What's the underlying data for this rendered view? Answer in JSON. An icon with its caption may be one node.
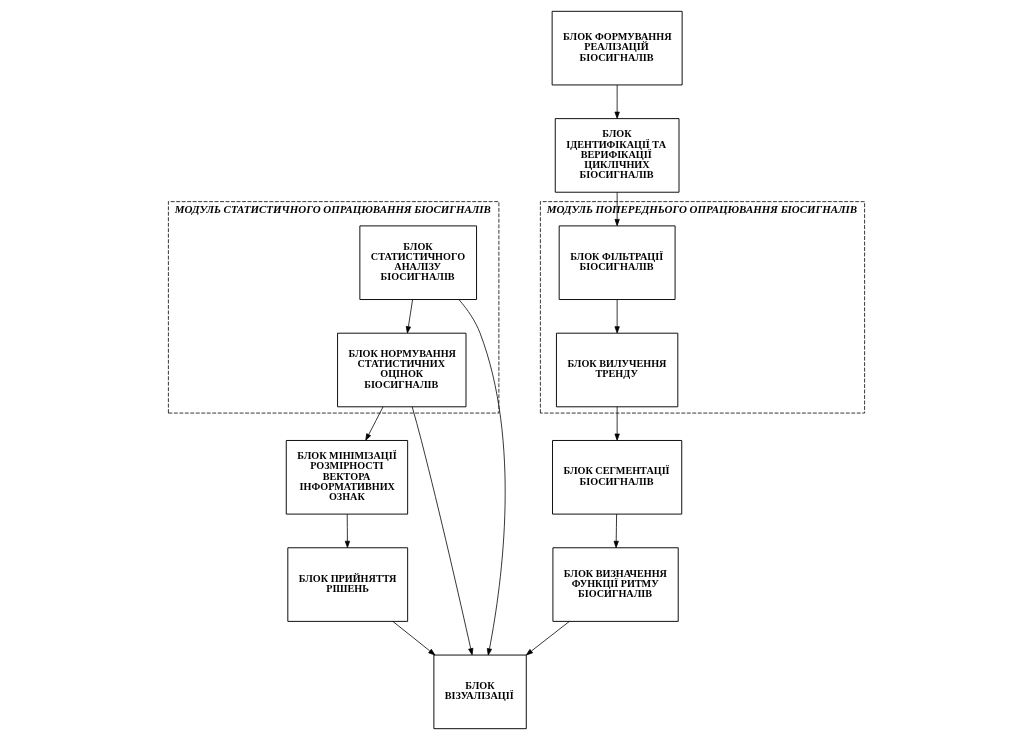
{
  "diagram": {
    "nodes": [
      {
        "text": [
          "БЛОК ІДЕНТИФІКАЦІЇ ТА ВЕРИФІКАЦІЇ ЦИКЛІЧНИХ БІОСИГНАЛІВ"
        ]
      },
      {
        "text": [
          "МОДУЛЬ ПОПЕРЕДНЬОГО ОПРАЦЮВАННЯ БІОСИГНАЛІВ"
        ]
      },
      {
        "text": [
          "БЛОК ФІЛЬТРАЦІЇ БІОСИГНАЛІВ"
        ],
        "in": 1
      },
      {
        "text": [
          "БЛОК ВИЛУЧЕННЯ ТРЕНДУ"
        ],
        "in": 1
      },
      {
        "text": [
          "БЛОК СЕГМЕНТАЦІЇ БІОСИГНАЛІВ"
        ]
      },
      {
        "text": [
          "МОДУЛЬ СТАТИСТИЧНОГО ОПРАЦЮВАННЯ БІОСИГНАЛІВ"
        ]
      },
      {
        "text": [
          "БЛОК ФОРМУВАННЯ РЕАЛІЗАЦІЙ БІОСИГНАЛІВ"
        ]
      },
      {
        "text": [
          "БЛОК СТАТИСТИЧНОГО АНАЛІЗУ БІОСИГНАЛІВ"
        ],
        "in": 5
      },
      {
        "text": [
          "БЛОК НОРМУВАННЯ СТАТИСТИЧНИХ ОЦІНОК БІОСИГНАЛІВ"
        ],
        "in": 5
      },
      {
        "text": [
          "БЛОК МІНІМІЗАЦІЇ РОЗМІРНОСТІ ВЕКТОРА ІНФОРМАТИВНИХ ОЗНАК"
        ]
      },
      {
        "text": [
          "БЛОК ВИЗНАЧЕННЯ ФУНКЦІЇ РИТМУ БІОСИГНАЛІВ"
        ]
      },
      {
        "text": [
          "БЛОК ВІЗУАЛІЗАЦІЇ"
        ]
      },
      {
        "text": [
          "БЛОК ПРИЙНЯТТЯ РІШЕНЬ"
        ]
      }
    ],
    "edges": [
      {
        "from": 0,
        "to": 2,
        "arrow": "to"
      },
      {
        "from": 2,
        "to": 3,
        "arrow": "to"
      },
      {
        "from": 3,
        "to": 4,
        "arrow": "to"
      },
      {
        "from": 4,
        "to": 10,
        "arrow": "to"
      },
      {
        "from": 6,
        "to": 0,
        "arrow": "to"
      },
      {
        "from": 7,
        "to": 8,
        "arrow": "to"
      },
      {
        "from": 8,
        "to": 9,
        "arrow": "to"
      },
      {
        "from": 9,
        "to": 12,
        "arrow": "to"
      },
      {
        "from": 7,
        "to": 11,
        "arrow": "to"
      },
      {
        "from": 8,
        "to": 11,
        "arrow": "to"
      },
      {
        "from": 10,
        "to": 11,
        "arrow": "to"
      },
      {
        "from": 12,
        "to": 11,
        "arrow": "to"
      }
    ]
  }
}
